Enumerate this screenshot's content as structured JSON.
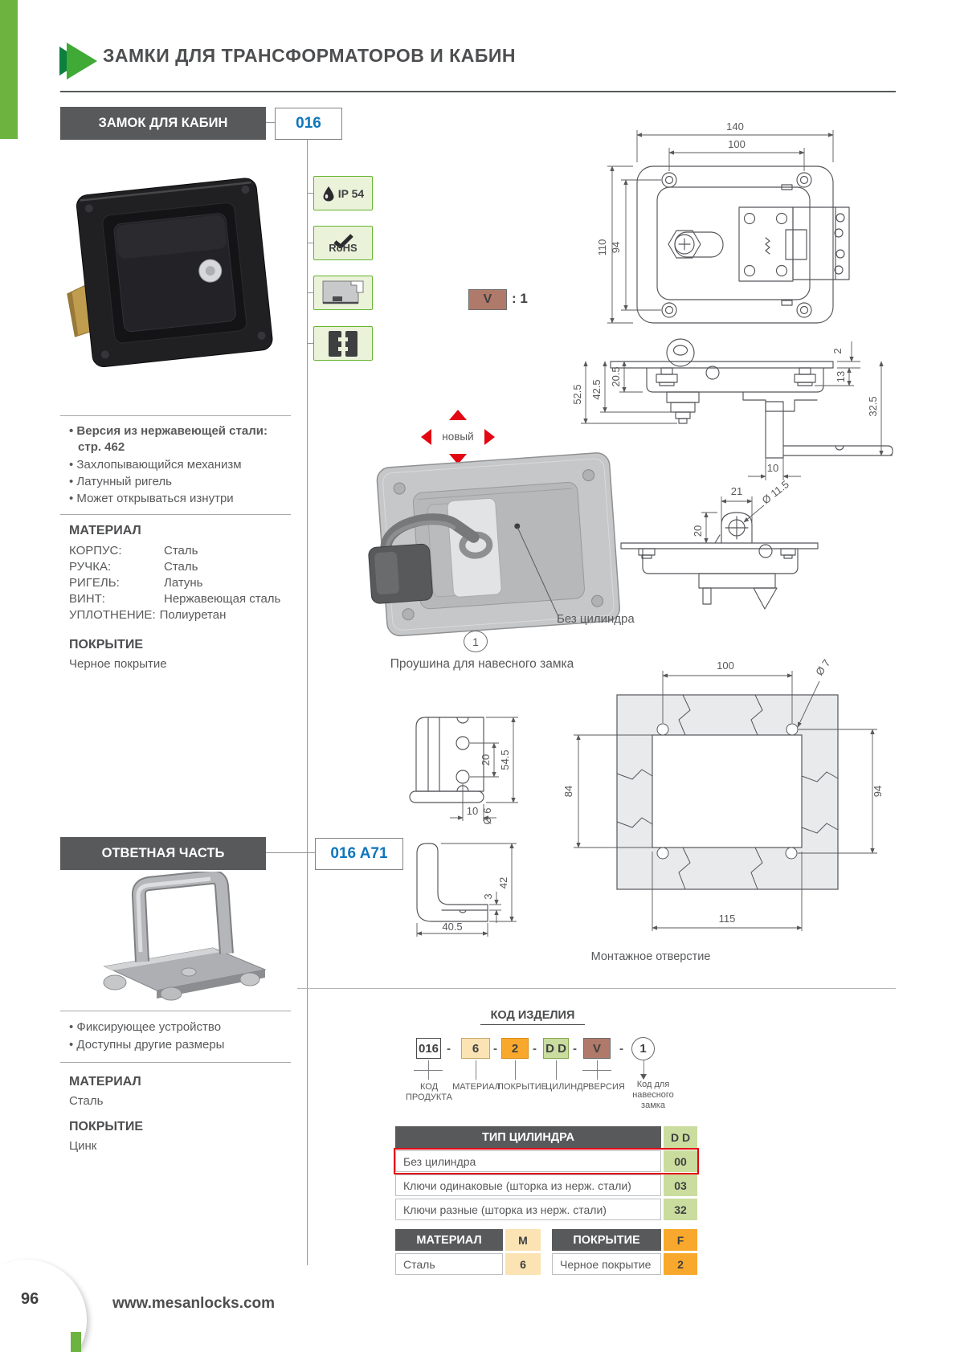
{
  "page": {
    "title": "ЗАМКИ ДЛЯ ТРАНСФОРМАТОРОВ И КАБИН",
    "page_number": "96",
    "website": "www.mesanlocks.com"
  },
  "colors": {
    "green": "#65b32e",
    "blue": "#0e76bd",
    "red": "#e30613",
    "dark_gray": "#58595b",
    "brown": "#b07a6a",
    "cream": "#fbe3b4",
    "orange": "#f8a82c",
    "light_green": "#cadc9e"
  },
  "product1": {
    "header": "ЗАМОК ДЛЯ КАБИН",
    "code": "016",
    "badges": {
      "ip": "IP 54",
      "rohs": "RoHS"
    },
    "features": {
      "f1": "• Версия из нержавеющей стали:",
      "f1b": "стр. 462",
      "f2": "• Захлопывающийся механизм",
      "f3": "• Латунный ригель",
      "f4": "• Может открываться изнутри"
    },
    "material_title": "МАТЕРИАЛ",
    "materials": [
      {
        "label": "КОРПУС:",
        "value": "Сталь"
      },
      {
        "label": "РУЧКА:",
        "value": "Сталь"
      },
      {
        "label": "РИГЕЛЬ:",
        "value": "Латунь"
      },
      {
        "label": "ВИНТ:",
        "value": "Нержавеющая сталь"
      },
      {
        "label": "УПЛОТНЕНИЕ:",
        "value": "Полиуретан"
      }
    ],
    "coating_title": "ПОКРЫТИЕ",
    "coating": "Черное покрытие"
  },
  "product2": {
    "header": "ОТВЕТНАЯ ЧАСТЬ",
    "code": "016 A71",
    "features": {
      "f1": "• Фиксирующее устройство",
      "f2": "• Доступны другие размеры"
    },
    "material_title": "МАТЕРИАЛ",
    "material": "Сталь",
    "coating_title": "ПОКРЫТИЕ",
    "coating": "Цинк"
  },
  "annotations": {
    "version_label": "V",
    "version_ratio": ": 1",
    "new_badge": "новый",
    "no_cylinder": "Без цилиндра",
    "item_number": "1",
    "eye_caption": "Проушина для навесного замка",
    "mount_caption": "Монтажное отверстие"
  },
  "dims": {
    "front": {
      "d140": "140",
      "d100": "100",
      "d110": "110",
      "d94": "94"
    },
    "side": {
      "d525": "52.5",
      "d425": "42.5",
      "d205": "20.5",
      "d2": "2",
      "d13": "13",
      "d325": "32.5",
      "d10": "10"
    },
    "eye": {
      "d21": "21",
      "d115": "Ø 11.5",
      "d20": "20"
    },
    "bfront": {
      "d20": "20",
      "d545": "54.5",
      "d10": "10",
      "d6": "Ø 6"
    },
    "bside": {
      "d42": "42",
      "d3": "3",
      "d405": "40.5"
    },
    "mount": {
      "d100": "100",
      "d7": "Ø 7",
      "d84": "84",
      "d94": "94",
      "d115": "115"
    }
  },
  "product_code": {
    "title": "КОД ИЗДЕЛИЯ",
    "separator": "-",
    "segments": [
      {
        "value": "016",
        "label": "КОД\nПРОДУКТА"
      },
      {
        "value": "6",
        "label": "МАТЕРИАЛ"
      },
      {
        "value": "2",
        "label": "ПОКРЫТИЕ"
      },
      {
        "value": "D D",
        "label": "ЦИЛИНДР"
      },
      {
        "value": "V",
        "label": "ВЕРСИЯ"
      },
      {
        "value": "1",
        "label": "Код для\nнавесного\nзамка"
      }
    ]
  },
  "tables": {
    "cylinder": {
      "header": "ТИП ЦИЛИНДРА",
      "code_header": "D D",
      "rows": [
        {
          "label": "Без цилиндра",
          "value": "00"
        },
        {
          "label": "Ключи одинаковые (шторка из нерж. стали)",
          "value": "03"
        },
        {
          "label": "Ключи разные (шторка из нерж. стали)",
          "value": "32"
        }
      ]
    },
    "material": {
      "header": "МАТЕРИАЛ",
      "code_header": "M",
      "rows": [
        {
          "label": "Сталь",
          "value": "6"
        }
      ]
    },
    "coating": {
      "header": "ПОКРЫТИЕ",
      "code_header": "F",
      "rows": [
        {
          "label": "Черное покрытие",
          "value": "2"
        }
      ]
    }
  }
}
